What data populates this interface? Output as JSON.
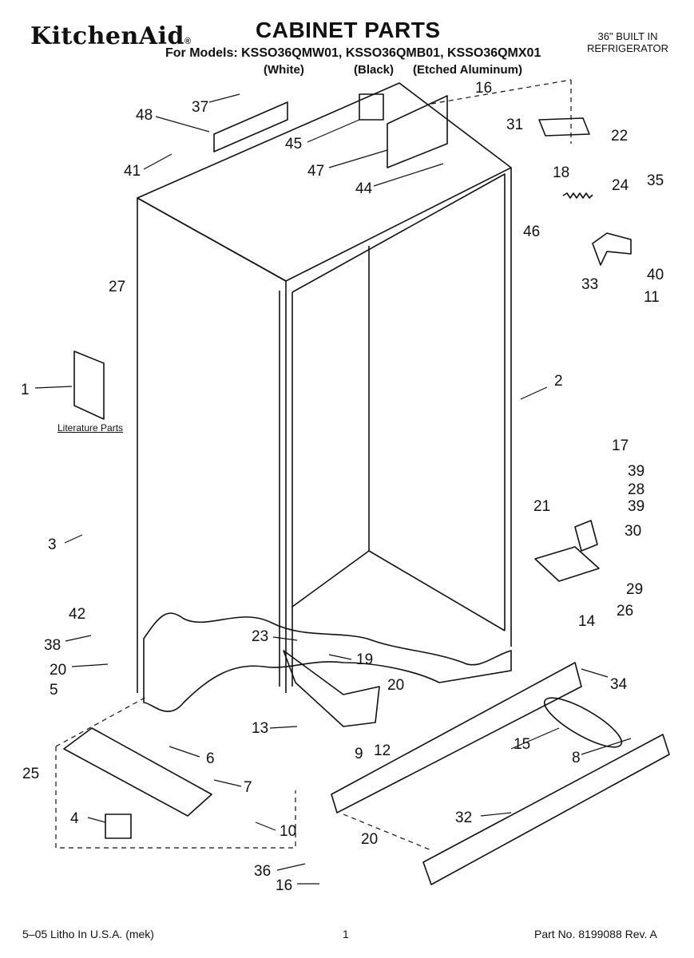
{
  "header": {
    "brand": "KitchenAid",
    "brand_mark": "®",
    "title": "CABINET PARTS",
    "models": "For Models: KSSO36QMW01, KSSO36QMB01, KSSO36QMX01",
    "variants": [
      "(White)",
      "(Black)",
      "(Etched Aluminum)"
    ],
    "product_line1": "36\" BUILT IN",
    "product_line2": "REFRIGERATOR"
  },
  "labels": {
    "literature": "Literature Parts"
  },
  "callouts": [
    {
      "id": "c16a",
      "text": "16"
    },
    {
      "id": "c37",
      "text": "37"
    },
    {
      "id": "c48",
      "text": "48"
    },
    {
      "id": "c45",
      "text": "45"
    },
    {
      "id": "c31",
      "text": "31"
    },
    {
      "id": "c22",
      "text": "22"
    },
    {
      "id": "c41",
      "text": "41"
    },
    {
      "id": "c47",
      "text": "47"
    },
    {
      "id": "c44",
      "text": "44"
    },
    {
      "id": "c18",
      "text": "18"
    },
    {
      "id": "c24",
      "text": "24"
    },
    {
      "id": "c35",
      "text": "35"
    },
    {
      "id": "c46",
      "text": "46"
    },
    {
      "id": "c27",
      "text": "27"
    },
    {
      "id": "c33",
      "text": "33"
    },
    {
      "id": "c40",
      "text": "40"
    },
    {
      "id": "c11",
      "text": "11"
    },
    {
      "id": "c1",
      "text": "1"
    },
    {
      "id": "c2",
      "text": "2"
    },
    {
      "id": "c17",
      "text": "17"
    },
    {
      "id": "c39a",
      "text": "39"
    },
    {
      "id": "c28",
      "text": "28"
    },
    {
      "id": "c39b",
      "text": "39"
    },
    {
      "id": "c21",
      "text": "21"
    },
    {
      "id": "c30",
      "text": "30"
    },
    {
      "id": "c3",
      "text": "3"
    },
    {
      "id": "c29",
      "text": "29"
    },
    {
      "id": "c42",
      "text": "42"
    },
    {
      "id": "c14",
      "text": "14"
    },
    {
      "id": "c26",
      "text": "26"
    },
    {
      "id": "c23",
      "text": "23"
    },
    {
      "id": "c38",
      "text": "38"
    },
    {
      "id": "c19",
      "text": "19"
    },
    {
      "id": "c20a",
      "text": "20"
    },
    {
      "id": "c34",
      "text": "34"
    },
    {
      "id": "c20b",
      "text": "20"
    },
    {
      "id": "c5",
      "text": "5"
    },
    {
      "id": "c13",
      "text": "13"
    },
    {
      "id": "c15",
      "text": "15"
    },
    {
      "id": "c6",
      "text": "6"
    },
    {
      "id": "c9",
      "text": "9"
    },
    {
      "id": "c12",
      "text": "12"
    },
    {
      "id": "c8",
      "text": "8"
    },
    {
      "id": "c25",
      "text": "25"
    },
    {
      "id": "c7",
      "text": "7"
    },
    {
      "id": "c4",
      "text": "4"
    },
    {
      "id": "c10",
      "text": "10"
    },
    {
      "id": "c32",
      "text": "32"
    },
    {
      "id": "c20c",
      "text": "20"
    },
    {
      "id": "c36",
      "text": "36"
    },
    {
      "id": "c16b",
      "text": "16"
    }
  ],
  "footer": {
    "left": "5–05 Litho In U.S.A. (mek)",
    "page": "1",
    "right": "Part No. 8199088 Rev. A"
  }
}
